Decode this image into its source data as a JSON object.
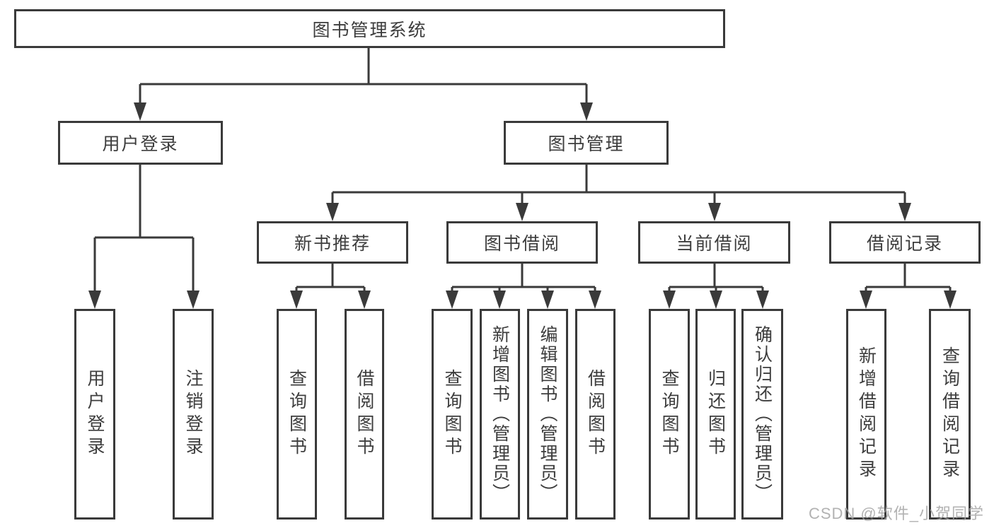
{
  "diagram": {
    "tree": {
      "label": "图书管理系统",
      "children": [
        {
          "label": "用户登录",
          "children": [
            {
              "label": "用户登录"
            },
            {
              "label": "注销登录"
            }
          ]
        },
        {
          "label": "图书管理",
          "children": [
            {
              "label": "新书推荐",
              "children": [
                {
                  "label": "查询图书"
                },
                {
                  "label": "借阅图书"
                }
              ]
            },
            {
              "label": "图书借阅",
              "children": [
                {
                  "label": "查询图书"
                },
                {
                  "label": "新增图书（管理员）"
                },
                {
                  "label": "编辑图书（管理员）"
                },
                {
                  "label": "借阅图书"
                }
              ]
            },
            {
              "label": "当前借阅",
              "children": [
                {
                  "label": "查询图书"
                },
                {
                  "label": "归还图书"
                },
                {
                  "label": "确认归还（管理员）"
                }
              ]
            },
            {
              "label": "借阅记录",
              "children": [
                {
                  "label": "新增借阅记录"
                },
                {
                  "label": "查询借阅记录"
                }
              ]
            }
          ]
        }
      ]
    },
    "line_color": "#3a3a3a",
    "watermark": "CSDN @软件_小贺同学"
  }
}
